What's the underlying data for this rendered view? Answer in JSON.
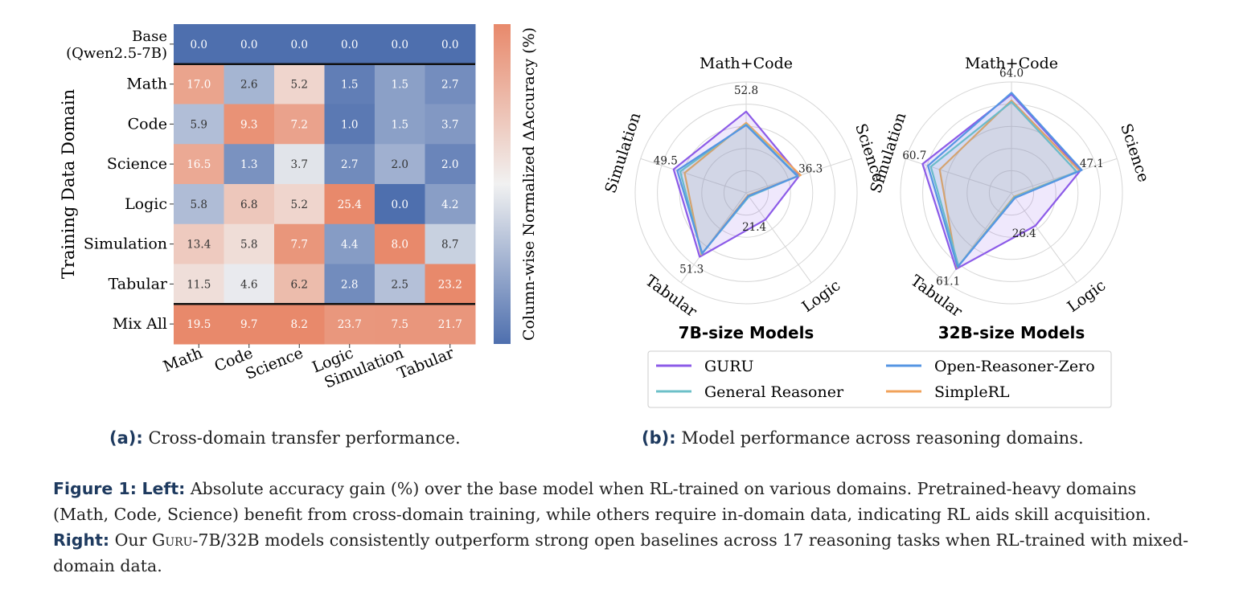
{
  "heatmap": {
    "rows": [
      "Base",
      "Math",
      "Code",
      "Science",
      "Logic",
      "Simulation",
      "Tabular",
      "Mix All"
    ],
    "row_sub_label": "(Qwen2.5-7B)",
    "cols": [
      "Math",
      "Code",
      "Science",
      "Logic",
      "Simulation",
      "Tabular"
    ],
    "values": [
      [
        0.0,
        0.0,
        0.0,
        0.0,
        0.0,
        0.0
      ],
      [
        17.0,
        2.6,
        5.2,
        1.5,
        1.5,
        2.7
      ],
      [
        5.9,
        9.3,
        7.2,
        1.0,
        1.5,
        3.7
      ],
      [
        16.5,
        1.3,
        3.7,
        2.7,
        2.0,
        2.0
      ],
      [
        5.8,
        6.8,
        5.2,
        25.4,
        0.0,
        4.2
      ],
      [
        13.4,
        5.8,
        7.7,
        4.4,
        8.0,
        8.7
      ],
      [
        11.5,
        4.6,
        6.2,
        2.8,
        2.5,
        23.2
      ],
      [
        19.5,
        9.7,
        8.2,
        23.7,
        7.5,
        21.7
      ]
    ],
    "ylabel": "Training Data Domain",
    "colorbar_label": "Column-wise Normalized ΔAccuracy (%)",
    "colors": {
      "low": "#4e6fae",
      "mid": "#f1f1f1",
      "high": "#e8896b"
    }
  },
  "chart_data": [
    {
      "type": "radar",
      "title": "7B-size Models",
      "axes": [
        "Math+Code",
        "Science",
        "Logic",
        "Tabular",
        "Simulation"
      ],
      "series": [
        {
          "name": "GURU",
          "values": [
            52.8,
            36.3,
            21.4,
            51.3,
            49.5
          ]
        },
        {
          "name": "General Reasoner",
          "values": [
            44.5,
            35.4,
            3.0,
            49.0,
            45.0
          ]
        },
        {
          "name": "Open-Reasoner-Zero",
          "values": [
            44.0,
            35.0,
            2.5,
            48.5,
            47.0
          ]
        },
        {
          "name": "SimpleRL",
          "values": [
            45.5,
            37.2,
            2.0,
            49.5,
            42.0
          ]
        }
      ],
      "point_labels": [
        "52.8",
        "36.3",
        "21.4",
        "51.3",
        "49.5"
      ]
    },
    {
      "type": "radar",
      "title": "32B-size Models",
      "axes": [
        "Math+Code",
        "Science",
        "Logic",
        "Tabular",
        "Simulation"
      ],
      "series": [
        {
          "name": "GURU",
          "values": [
            64.0,
            47.1,
            26.4,
            61.1,
            60.7
          ]
        },
        {
          "name": "General Reasoner",
          "values": [
            59.0,
            44.5,
            3.5,
            58.5,
            55.0
          ]
        },
        {
          "name": "Open-Reasoner-Zero",
          "values": [
            65.0,
            48.0,
            4.0,
            59.5,
            57.0
          ]
        },
        {
          "name": "SimpleRL",
          "values": [
            60.0,
            46.5,
            3.0,
            60.0,
            49.0
          ]
        }
      ],
      "point_labels": [
        "64.0",
        "47.1",
        "26.4",
        "61.1",
        "60.7"
      ]
    }
  ],
  "legend": [
    {
      "name": "GURU",
      "color": "#8c5be8"
    },
    {
      "name": "Open-Reasoner-Zero",
      "color": "#5595e3"
    },
    {
      "name": "General Reasoner",
      "color": "#6cc0c8"
    },
    {
      "name": "SimpleRL",
      "color": "#f0a25a"
    }
  ],
  "captions": {
    "a_label": "(a):",
    "a_text": "Cross-domain transfer performance.",
    "b_label": "(b):",
    "b_text": "Model performance across reasoning domains.",
    "fig_label": "Figure 1:",
    "left_label": "Left:",
    "left_text": "Absolute accuracy gain (%) over the base model when RL-trained on various domains. Pretrained-heavy domains (Math, Code, Science) benefit from cross-domain training, while others require in-domain data, indicating RL aids skill acquisition.",
    "right_label": "Right:",
    "right_text_1": "Our",
    "guru_name": "Guru",
    "right_text_2": "-7B/32B models consistently outperform strong open baselines across 17 reasoning tasks when RL-trained with mixed-domain data."
  }
}
